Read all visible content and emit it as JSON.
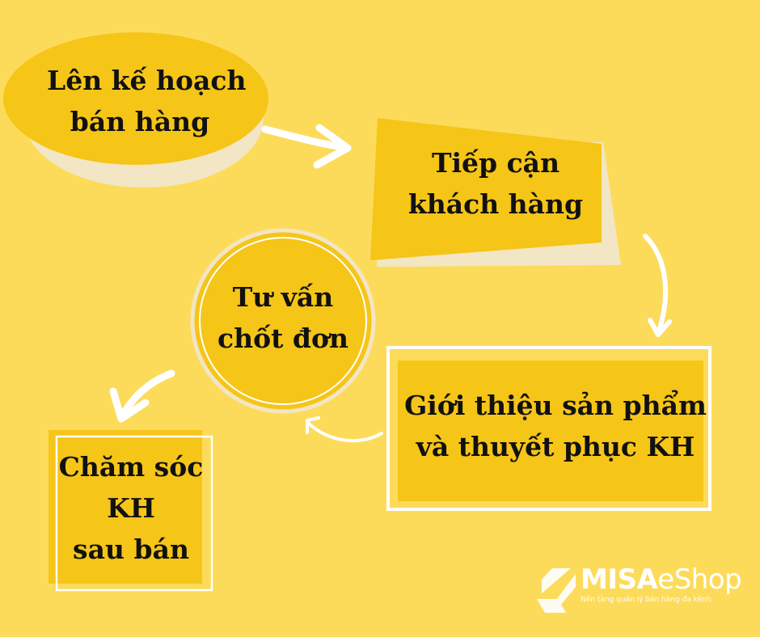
{
  "steps": [
    {
      "lines": [
        "Lên kế hoạch",
        "bán hàng"
      ]
    },
    {
      "lines": [
        "Tiếp cận",
        "khách hàng"
      ]
    },
    {
      "lines": [
        "Giới thiệu sản phẩm",
        "và thuyết phục KH"
      ]
    },
    {
      "lines": [
        "Tư vấn",
        "chốt đơn"
      ]
    },
    {
      "lines": [
        "Chăm sóc",
        "KH",
        "sau bán"
      ]
    }
  ],
  "logo": {
    "brand_bold": "MISA",
    "brand_light": "eShop",
    "tagline": "Nền tảng quản lý bán hàng đa kênh"
  },
  "colors": {
    "background": "#FDDB5A",
    "shape_fill": "#F5C518",
    "shadow": "#F2E6C4",
    "arrow": "#FFFFFF",
    "text": "#111111"
  }
}
